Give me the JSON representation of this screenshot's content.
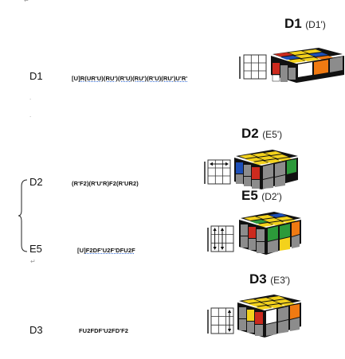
{
  "top_mark": "↵",
  "cases": [
    {
      "label": "D1",
      "title_main": "D1",
      "title_alt": "(D1')",
      "algorithm_prefix": "[U]",
      "algorithm_body": "R(UR'U)(RU')(R'U)(RU')(R'U)(RU')U'R'"
    },
    {
      "label": "D2",
      "title_main": "D2",
      "title_alt": "(E5')",
      "algorithm": "(R'F2)(R'U'R)F2(R'UR2)"
    },
    {
      "label": "E5",
      "title_main": "E5",
      "title_alt": "(D2')",
      "algorithm_prefix": "[U]",
      "algorithm_body": "F2DF'U2F'DFU2F"
    },
    {
      "label": "D3",
      "title_main": "D3",
      "title_alt": "(E3')",
      "algorithm": "FU2FDF'U2FD'F2"
    }
  ],
  "margin_marks": [
    ".",
    ".",
    "↵"
  ],
  "colors": {
    "red": "#cc2a1e",
    "orange": "#f07a12",
    "yellow": "#f3d21c",
    "green": "#2c9a3a",
    "blue": "#1d4fb8",
    "white": "#ffffff",
    "grey": "#8c8c8c",
    "border": "#111111"
  }
}
